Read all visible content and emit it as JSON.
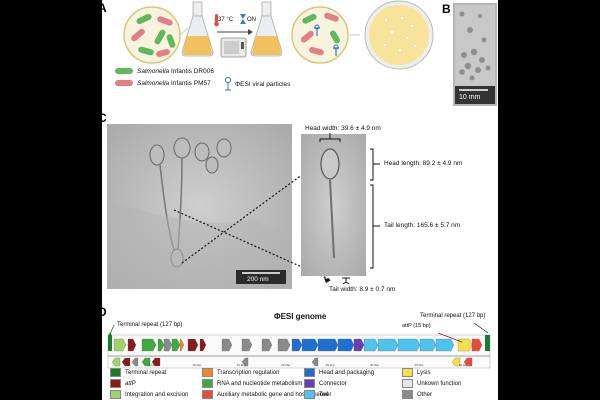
{
  "panels": {
    "a": "A",
    "b": "B",
    "c": "C",
    "d": "D"
  },
  "panel_a": {
    "temp": "37 °C",
    "time": "ON",
    "strain1": "Salmonella",
    "strain1b": " Infantis DR006",
    "strain2": "Salmonella",
    "strain2b": " Infantis PM57",
    "virus": "ΦESI viral particles",
    "colors": {
      "green": "#5fb85a",
      "pink": "#e07f86",
      "flask": "#f2c15e",
      "plate": "#f7e39a"
    }
  },
  "panel_b": {
    "scale": "10 mm"
  },
  "panel_c": {
    "scale": "200 nm",
    "head_width": "Head width: 39.6 ± 4.9 nm",
    "head_length": "Head length: 89.2 ± 4.9 nm",
    "tail_length": "Tail length: 165.6 ± 5.7 nm",
    "tail_width": "Tail width: 8.9 ± 0.7 nm"
  },
  "panel_d": {
    "title": "ΦESI genome",
    "tr_left": "Terminal repeat (127 bp)",
    "tr_right": "Terminal repeat (127 bp)",
    "attp": "attP (15 bp)",
    "ticks": [
      "5 kbp",
      "10 kbp",
      "15 kbp",
      "20 kbp",
      "25 kbp",
      "30 kbp",
      "35 kbp",
      "40 kbp"
    ],
    "legend": [
      {
        "label": "Terminal repeat",
        "color": "#1a7a2e"
      },
      {
        "label": "Transcription regulation",
        "color": "#f08a24"
      },
      {
        "label": "Head and packaging",
        "color": "#1f6fd1"
      },
      {
        "label": "Lysis",
        "color": "#f5e04a"
      },
      {
        "label": "attP",
        "color": "#8b1a1a"
      },
      {
        "label": "RNA and nucleotide metabolism",
        "color": "#3caa3c"
      },
      {
        "label": "Connector",
        "color": "#6a3db8"
      },
      {
        "label": "Unkown function",
        "color": "#e6e6e6"
      },
      {
        "label": "Integration and excision",
        "color": "#9fd36b"
      },
      {
        "label": "Auxiliary metabolic gene and host takeover",
        "color": "#e84b3c"
      },
      {
        "label": "Tail",
        "color": "#4fc3f0"
      },
      {
        "label": "Other",
        "color": "#8a8a8a"
      }
    ]
  }
}
